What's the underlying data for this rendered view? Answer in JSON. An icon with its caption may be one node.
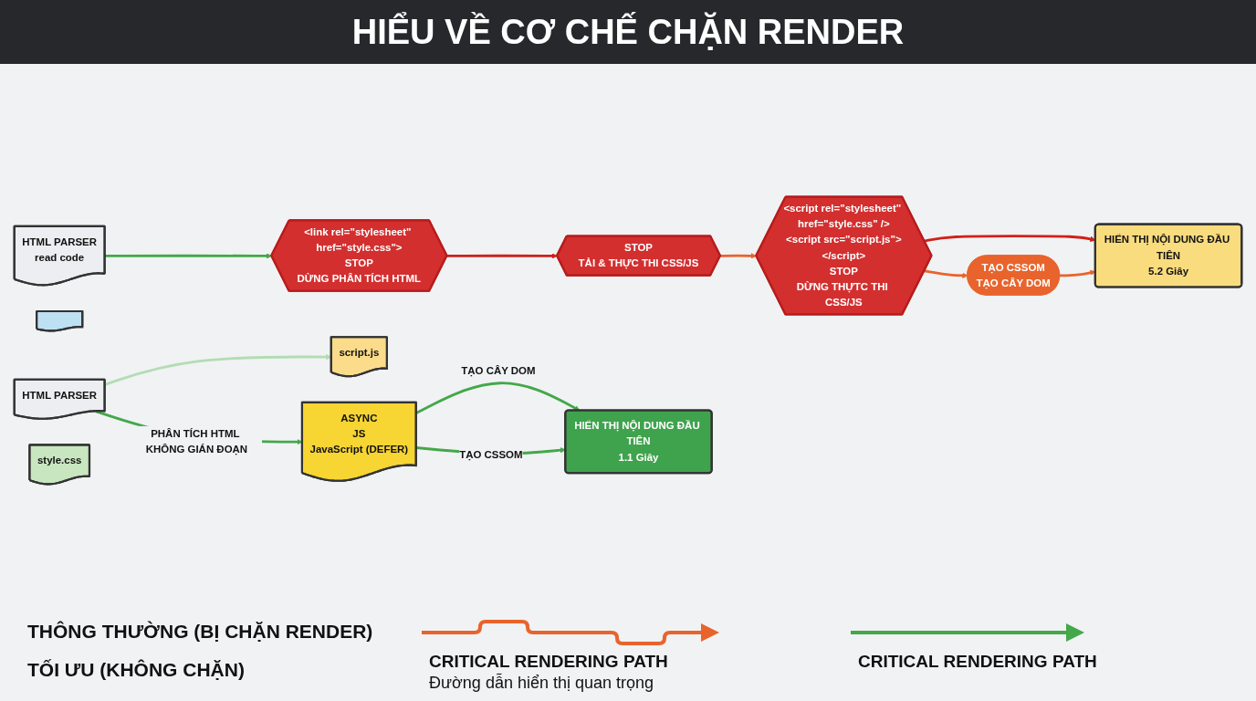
{
  "diagram": {
    "title": "HIỂU VỀ CƠ CHẾ CHẶN RENDER",
    "nodes": [
      {
        "text": [
          "HTML PARSER",
          "read code"
        ]
      },
      {
        "text": [
          "<link rel=\"stylesheet\" href=\"style.css\">",
          "STOP",
          "DỪNG PHÂN TÍCH HTML"
        ]
      },
      {
        "text": [],
        "shape": "document"
      },
      {
        "text": [
          "STOP",
          "TẢI & THỰC THI CSS/JS"
        ]
      },
      {
        "text": [
          "<script rel=\"stylesheet\" href=\"style.css\" />",
          "<script src=\"script.js\"></script>",
          "STOP",
          "DỪNG THỰTC THI CSS/JS"
        ]
      },
      {
        "text": [
          "TẠO CSSOM",
          "TẠO CÂY DOM"
        ]
      },
      {
        "text": [
          "HIỂN THỊ NỘI DUNG ĐẦU TIÊN",
          "5.2 Giây"
        ]
      },
      {
        "text": [
          "HTML PARSER"
        ]
      },
      {
        "text": [
          "style.css"
        ]
      },
      {
        "text": [
          "script.js"
        ]
      },
      {
        "text": [
          "ASYNC",
          "JS",
          "JavaScript (DEFER)"
        ]
      },
      {
        "text": [
          "HIỂN THỊ NỘI DUNG ĐẦU TIÊN",
          "1.1 Giây"
        ]
      }
    ],
    "edges": [
      {
        "from": 0,
        "to": 1,
        "arrow": "to"
      },
      {
        "from": 1,
        "to": 3,
        "arrow": "to",
        "color": "#d0201a"
      },
      {
        "from": 3,
        "to": 4,
        "arrow": "to",
        "color": "#e8642c"
      },
      {
        "from": 4,
        "to": 6,
        "arrow": "to",
        "color": "#d0201a"
      },
      {
        "from": 4,
        "to": 5,
        "arrow": "to",
        "color": "#e8642c"
      },
      {
        "from": 5,
        "to": 6,
        "arrow": "to",
        "color": "#e8642c"
      },
      {
        "from": 7,
        "to": 10,
        "arrow": "to",
        "label": "PHÂN TÍCH HTML KHÔNG GIÁN ĐOẠN"
      },
      {
        "from": 7,
        "to": 9,
        "arrow": "to",
        "color": "#b4dcb4"
      },
      {
        "from": 10,
        "to": 11,
        "arrow": "to",
        "label": "TẠO CÂY DOM"
      },
      {
        "from": 10,
        "to": 11,
        "arrow": "to",
        "label": "TẠO CSSOM"
      }
    ],
    "labels": [
      "THÔNG THƯỜNG (BỊ CHẶN RENDER)",
      "TỐI ƯU (KHÔNG CHẶN)",
      "CRITICAL RENDERING PATH",
      "Đường dẫn hiển thị quan trọng",
      "CRITICAL RENDERING PATH"
    ]
  }
}
